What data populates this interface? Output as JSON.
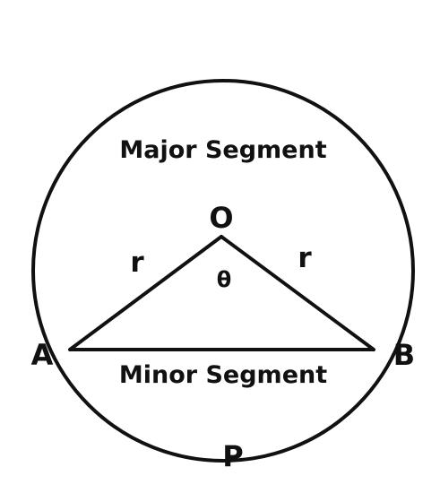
{
  "diagram": {
    "labels": {
      "major_segment": "Major Segment",
      "minor_segment": "Minor Segment",
      "center": "O",
      "point_a": "A",
      "point_b": "B",
      "point_p": "P",
      "radius_left": "r",
      "radius_right": "r",
      "angle": "θ"
    },
    "colors": {
      "stroke": "#111111",
      "background": "#ffffff"
    }
  }
}
